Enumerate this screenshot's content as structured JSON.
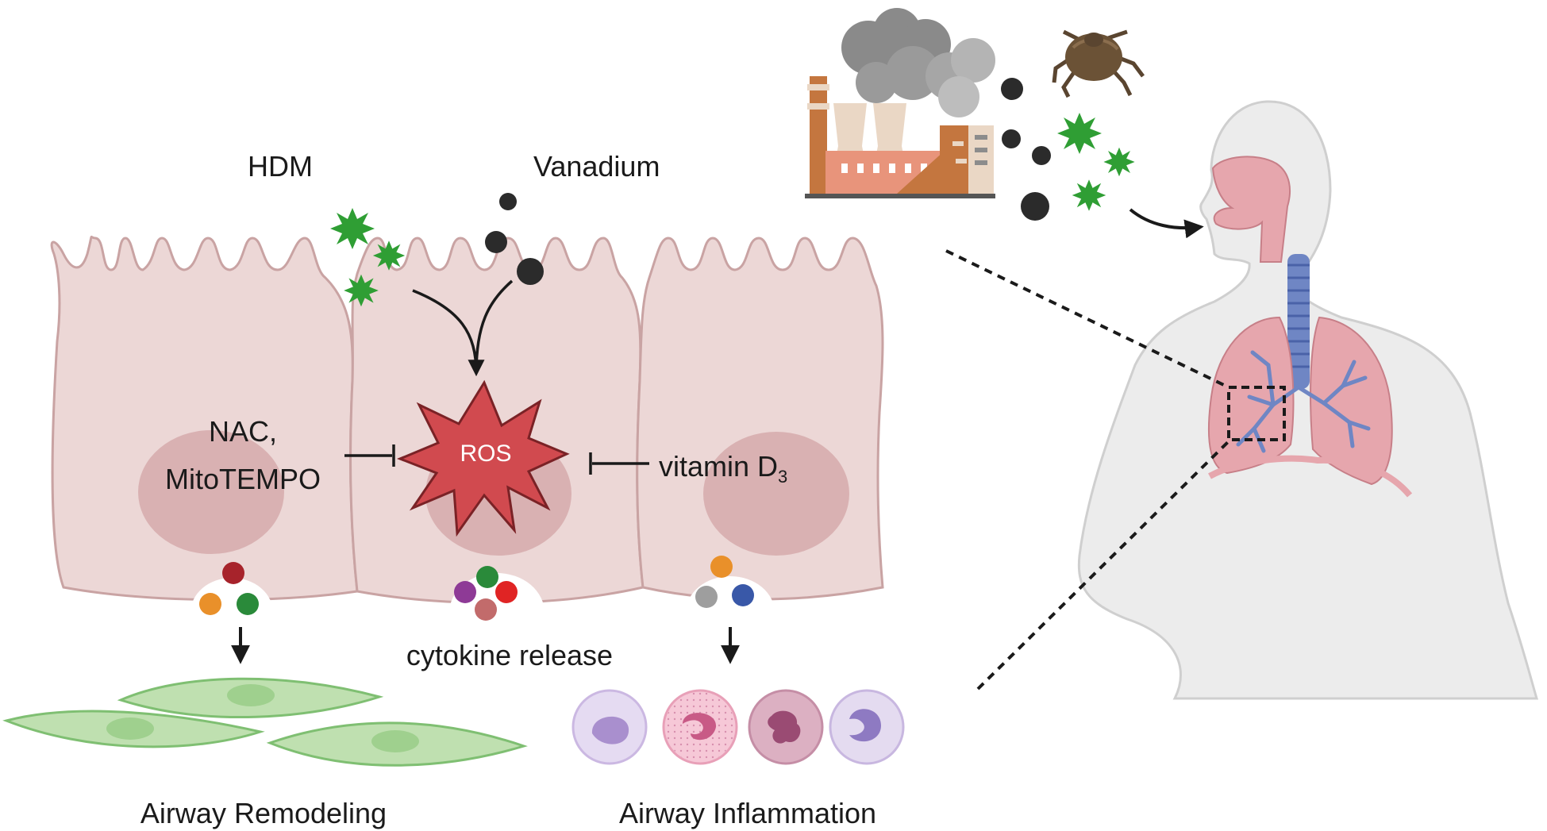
{
  "labels": {
    "hdm": "HDM",
    "vanadium": "Vanadium",
    "nac": "NAC,",
    "mitotempo": "MitoTEMPO",
    "ros": "ROS",
    "vitamin": "vitamin D",
    "vitamin_sub": "3",
    "cytokine": "cytokine release",
    "remodeling": "Airway Remodeling",
    "inflammation": "Airway Inflammation"
  },
  "colors": {
    "cell_fill": "#ecd7d6",
    "cell_stroke": "#c9a3a3",
    "nucleus": "#d9b1b2",
    "ros_fill": "#d14a4f",
    "allergen_green": "#2f9e34",
    "particle_dark": "#2b2b2b",
    "smooth_muscle": "#bfe0b0",
    "airway_pink": "#e6a6ad",
    "trachea_blue": "#6f86c4"
  }
}
